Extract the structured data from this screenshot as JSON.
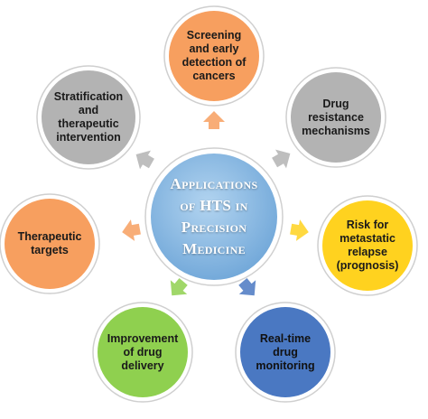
{
  "center": {
    "label": "Applications\nof HTS in\nPrecision\nMedicine",
    "color": "#8fbde4"
  },
  "nodes": [
    {
      "id": "screening",
      "label": "Screening\nand early\ndetection of\ncancers",
      "color": "#f79f5f"
    },
    {
      "id": "drug-resistance",
      "label": "Drug\nresistance\nmechanisms",
      "color": "#b3b3b3"
    },
    {
      "id": "risk-relapse",
      "label": "Risk for\nmetastatic\nrelapse\n(prognosis)",
      "color": "#ffd21f"
    },
    {
      "id": "real-time-monitoring",
      "label": "Real-time\ndrug\nmonitoring",
      "color": "#4a78c2"
    },
    {
      "id": "drug-delivery",
      "label": "Improvement\nof drug\ndelivery",
      "color": "#8fd04f"
    },
    {
      "id": "therapeutic-targets",
      "label": "Therapeutic\ntargets",
      "color": "#f79f5f"
    },
    {
      "id": "stratification",
      "label": "Stratification\nand\ntherapeutic\nintervention",
      "color": "#b3b3b3"
    }
  ]
}
